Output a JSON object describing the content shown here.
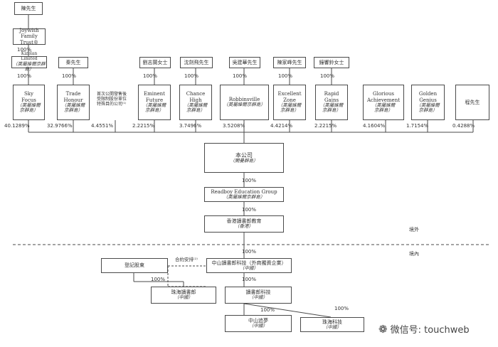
{
  "top_person": "陳先生",
  "trust": "Joywish Family Trust",
  "trust_mark": "®",
  "kizelan": {
    "name": "Kizelan Limited",
    "place": "（英屬維爾京群島）"
  },
  "persons": {
    "qin": "秦先生",
    "liu": "劉志蘭女士",
    "shen": "沈劍飛先生",
    "wu": "吳建華先生",
    "chenjf": "陳家峰先生",
    "zhong": "鐘響鈴女士",
    "cheng": "程先生"
  },
  "entities": {
    "sky_focus": {
      "name": "Sky\nFocus",
      "place": "（英屬維爾\n京群島）"
    },
    "trade_honour": {
      "name": "Trade\nHonour",
      "place": "（英屬維爾\n京群島）"
    },
    "ipo_note": "首次公開發售後\n受限制股份單位\n特殊目的公司⁽¹⁾",
    "eminent_future": {
      "name": "Eminent\nFuture",
      "place": "（英屬維爾\n京群島）"
    },
    "chance_high": {
      "name": "Chance\nHigh",
      "place": "（英屬維爾\n京群島）"
    },
    "robbinsville": {
      "name": "Robbinsville",
      "place": "（英屬維爾京群島）"
    },
    "excellent_zone": {
      "name": "Excellent\nZone",
      "place": "（英屬維爾\n京群島）"
    },
    "rapid_gains": {
      "name": "Rapid\nGains",
      "place": "（英屬維爾\n京群島）"
    },
    "glorious": {
      "name": "Glorious\nAchievement",
      "place": "（英屬維爾\n京群島）"
    },
    "golden": {
      "name": "Golden\nGenius",
      "place": "（英屬維爾\n京群島）"
    },
    "company": {
      "name": "本公司",
      "place": "（開曼群島）"
    },
    "readboy_group": {
      "name": "Readboy Education Group",
      "place": "（英屬維爾京群島）"
    },
    "hk": {
      "name": "香港讀書郎教育",
      "place": "（香港）"
    },
    "registered": "登記股東",
    "zhongshan_tech": {
      "name": "中山讀書郎科技（外商獨資企業）",
      "place": "（中國）"
    },
    "zhuhai_readboy": {
      "name": "珠海讀書郎",
      "place": "（中國）"
    },
    "readboy_tech": {
      "name": "讀書郎科技",
      "place": "（中國）"
    },
    "zhongshan_zhuimeng": {
      "name": "中山追夢",
      "place": "（中國）"
    },
    "zhuhai_tech": {
      "name": "珠海科技",
      "place": "（中國）"
    }
  },
  "percentages": {
    "p100": "100%",
    "sky": "40.1289%",
    "trade": "32.9766%",
    "ipo": "4.4551%",
    "eminent": "2.2215%",
    "chance": "3.7496%",
    "robbins": "3.5208%",
    "excellent": "4.4214%",
    "rapid": "2.2215%",
    "glorious": "4.1604%",
    "golden": "1.7154%",
    "cheng": "0.4288%"
  },
  "contract_label": "合約安排⁽²⁾",
  "regions": {
    "offshore": "境外",
    "onshore": "境內"
  },
  "watermark": {
    "text": "微信号: touchweb",
    "icon": "wechat-icon"
  },
  "colors": {
    "line": "#4a4a4a",
    "text": "#333333"
  }
}
